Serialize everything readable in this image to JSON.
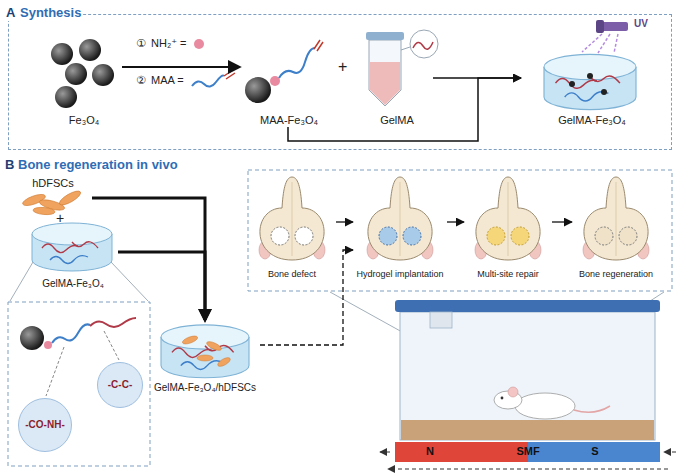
{
  "diagram": {
    "nodes": [
      {
        "text": [
          "A",
          "Synthesis"
        ]
      },
      {
        "text": [
          "Fe₃O₄"
        ],
        "in": 0
      },
      {
        "text": [
          "MAA-Fe₃O₄"
        ],
        "in": 0
      },
      {
        "text": [
          "GelMA"
        ],
        "in": 0
      },
      {
        "text": [
          "GelMA-Fe₃O₄"
        ],
        "in": 0
      },
      {
        "text": [
          "B",
          "Bone regeneration in vivo"
        ]
      },
      {
        "text": [
          "hDFSCs"
        ],
        "in": 5
      },
      {
        "text": [
          "GelMA-Fe₃O₄"
        ],
        "in": 5
      },
      {
        "text": [
          "-CO-NH-"
        ],
        "in": 5
      },
      {
        "text": [
          "-C-C-"
        ],
        "in": 5
      },
      {
        "text": [
          "GelMA-Fe₃O₄/hDFSCs"
        ],
        "in": 5
      },
      {
        "text": [
          "Bone defect"
        ],
        "in": 5
      },
      {
        "text": [
          "Hydrogel implantation"
        ],
        "in": 5
      },
      {
        "text": [
          "Multi-site repair"
        ],
        "in": 5
      },
      {
        "text": [
          "Bone regeneration"
        ],
        "in": 5
      },
      {
        "text": [
          "N",
          "SMF",
          "S"
        ],
        "in": 5
      }
    ],
    "edges": [
      {
        "from": 1,
        "to": 2,
        "arrow": "to"
      },
      {
        "from": 2,
        "to": 4,
        "arrow": "to"
      },
      {
        "from": 3,
        "to": 4,
        "arrow": "to"
      },
      {
        "from": 6,
        "to": 10,
        "arrow": "to"
      },
      {
        "from": 7,
        "to": 10,
        "arrow": "to"
      },
      {
        "from": 10,
        "to": 12,
        "arrow": "to"
      },
      {
        "from": 11,
        "to": 12,
        "arrow": "to"
      },
      {
        "from": 12,
        "to": 13,
        "arrow": "to"
      },
      {
        "from": 13,
        "to": 14,
        "arrow": "to"
      }
    ],
    "labels": [
      "①",
      "NH₂⁺ =",
      "②",
      "MAA =",
      "+",
      "UV",
      "+"
    ]
  }
}
